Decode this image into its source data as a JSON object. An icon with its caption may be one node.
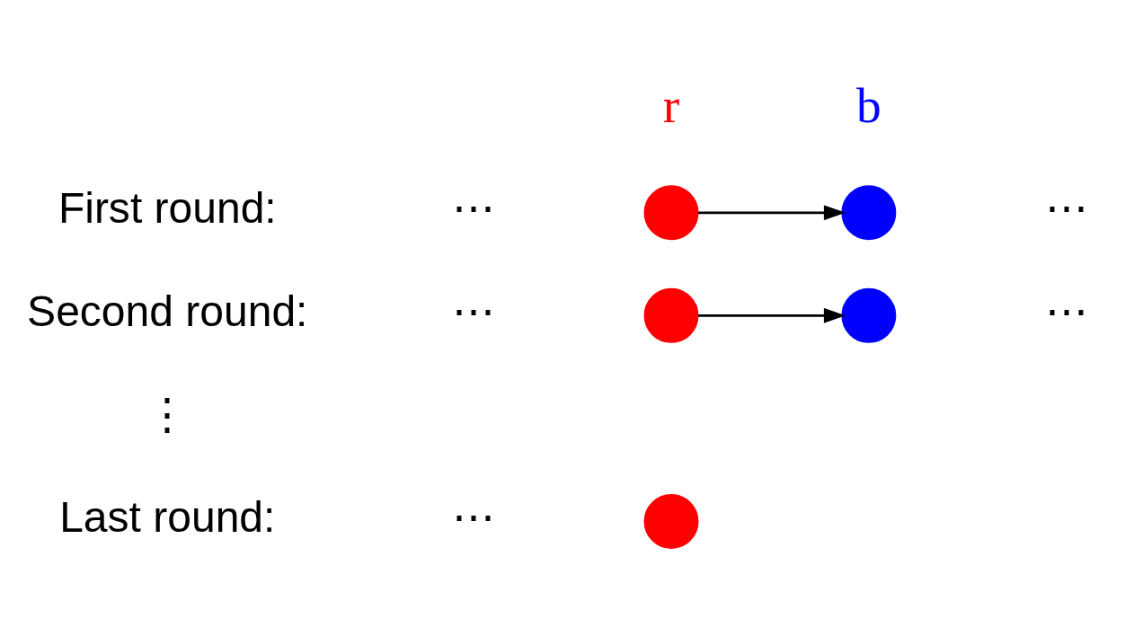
{
  "diagram": {
    "nodes": [
      {
        "text": [],
        "shape": "circle"
      },
      {
        "text": [],
        "shape": "circle"
      },
      {
        "text": [],
        "shape": "circle"
      },
      {
        "text": [],
        "shape": "circle"
      },
      {
        "text": [],
        "shape": "circle"
      }
    ],
    "edges": [
      {
        "from": 0,
        "to": 1,
        "arrow": "to"
      },
      {
        "from": 2,
        "to": 3,
        "arrow": "to"
      }
    ],
    "labels": [
      "r",
      "b",
      "First round:",
      "⋯",
      "⋯",
      "Second round:",
      "⋯",
      "⋯",
      "⋮",
      "Last round:",
      "⋯"
    ]
  }
}
